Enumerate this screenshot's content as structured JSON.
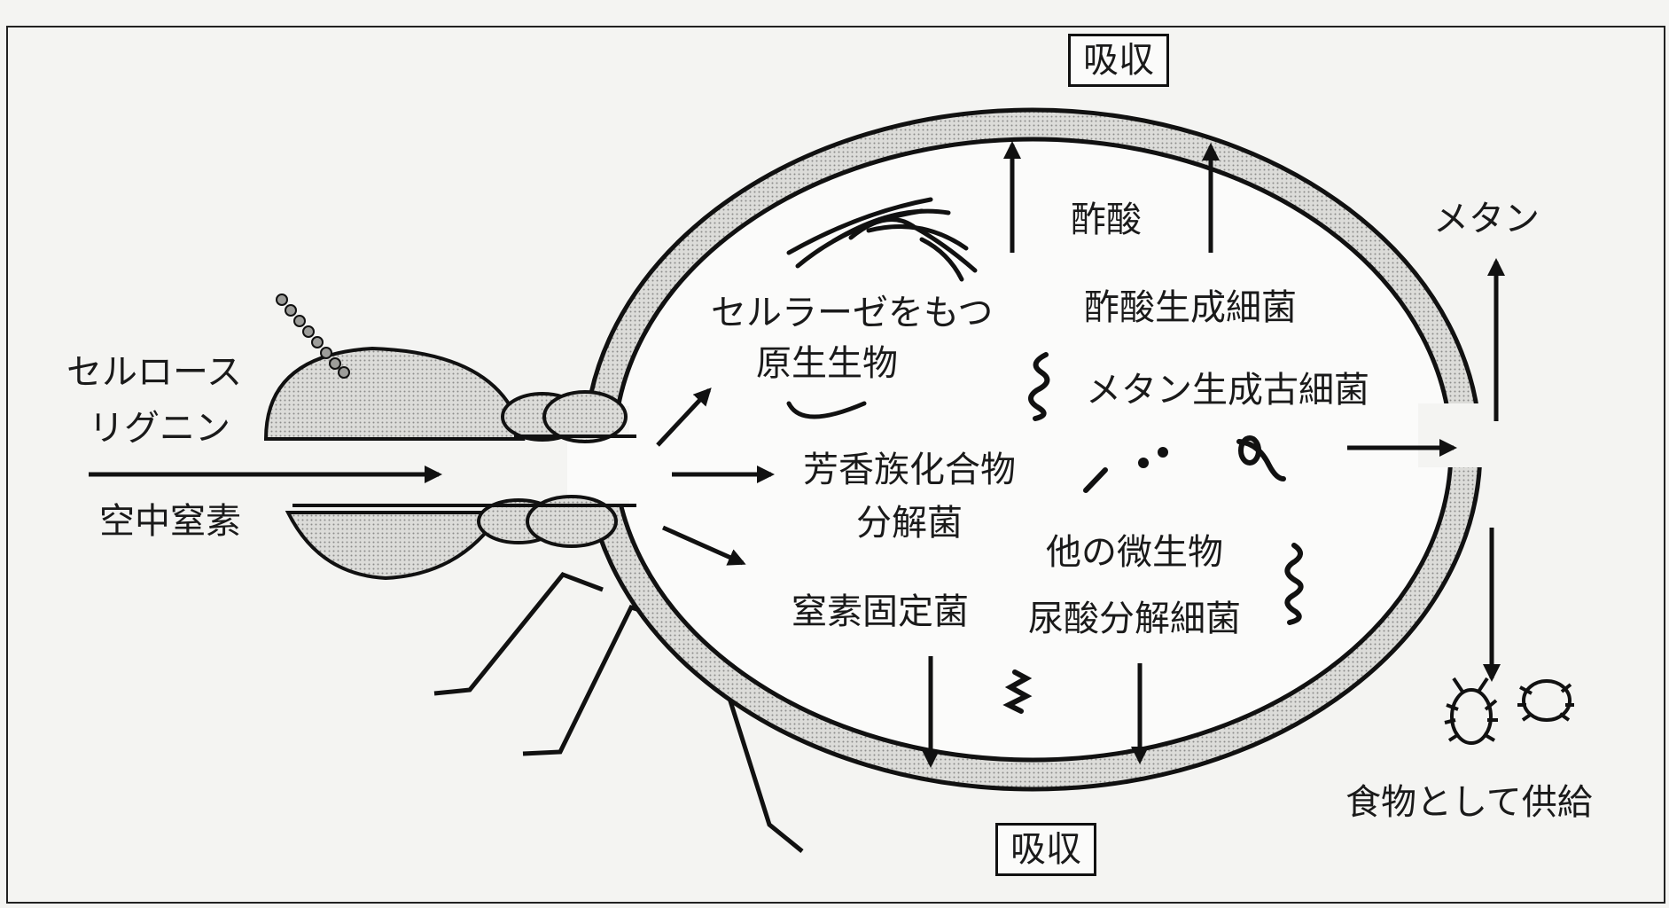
{
  "labels": {
    "cellulose": "セルロース",
    "lignin": "リグニン",
    "air_nitrogen": "空中窒素",
    "absorb_top": "吸収",
    "absorb_bottom": "吸収",
    "acetic_acid": "酢酸",
    "methane": "メタン",
    "cellulase_line1": "セルラーゼをもつ",
    "cellulase_line2": "原生生物",
    "acetogen": "酢酸生成細菌",
    "methanogen": "メタン生成古細菌",
    "aromatic_line1": "芳香族化合物",
    "aromatic_line2": "分解菌",
    "other_microbes": "他の微生物",
    "uric_acid": "尿酸分解細菌",
    "nitrogen_fixing": "窒素固定菌",
    "food_supply": "食物として供給"
  },
  "colors": {
    "line": "#111111",
    "stipple": "#c9c9c6",
    "background": "#f4f4f2"
  }
}
